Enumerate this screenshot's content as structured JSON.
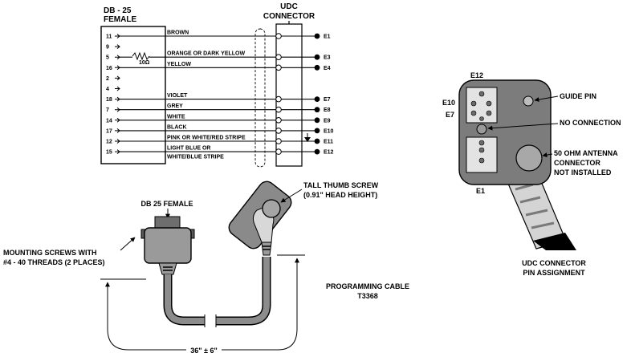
{
  "schematic": {
    "db25_title_line1": "DB - 25",
    "db25_title_line2": "FEMALE",
    "udc_title_line1": "UDC",
    "udc_title_line2": "CONNECTOR",
    "resistor_label": "10Ω",
    "pins": [
      {
        "pin": "11",
        "label": "BROWN",
        "label2": "",
        "udc": "E1"
      },
      {
        "pin": "9",
        "label": "",
        "label2": "",
        "udc": ""
      },
      {
        "pin": "5",
        "label": "ORANGE OR DARK YELLOW",
        "label2": "",
        "udc": "E3"
      },
      {
        "pin": "16",
        "label": "YELLOW",
        "label2": "",
        "udc": "E4"
      },
      {
        "pin": "2",
        "label": "",
        "label2": "",
        "udc": ""
      },
      {
        "pin": "4",
        "label": "",
        "label2": "",
        "udc": ""
      },
      {
        "pin": "18",
        "label": "VIOLET",
        "label2": "",
        "udc": "E7"
      },
      {
        "pin": "7",
        "label": "GREY",
        "label2": "",
        "udc": "E8"
      },
      {
        "pin": "14",
        "label": "WHITE",
        "label2": "",
        "udc": "E9"
      },
      {
        "pin": "17",
        "label": "BLACK",
        "label2": "",
        "udc": "E10"
      },
      {
        "pin": "12",
        "label": "PINK OR WHITE/RED STRIPE",
        "label2": "",
        "udc": "E11"
      },
      {
        "pin": "15",
        "label": "LIGHT BLUE OR",
        "label2": "WHITE/BLUE STRIPE",
        "udc": "E12"
      }
    ]
  },
  "cable": {
    "db25_label": "DB 25 FEMALE",
    "mounting_line1": "MOUNTING SCREWS WITH",
    "mounting_line2": "#4 - 40 THREADS (2 PLACES)",
    "thumb_line1": "TALL THUMB SCREW",
    "thumb_line2": "(0.91\" HEAD HEIGHT)",
    "prog_line1": "PROGRAMMING CABLE",
    "prog_line2": "T3368",
    "length": "36\" ± 6\""
  },
  "udc_face": {
    "e12": "E12",
    "e10": "E10",
    "e7": "E7",
    "e1": "E1",
    "guide_pin": "GUIDE PIN",
    "no_connection": "NO CONNECTION",
    "antenna_line1": "50 OHM ANTENNA",
    "antenna_line2": "CONNECTOR",
    "antenna_line3": "NOT INSTALLED",
    "caption_line1": "UDC CONNECTOR",
    "caption_line2": "PIN ASSIGNMENT"
  }
}
